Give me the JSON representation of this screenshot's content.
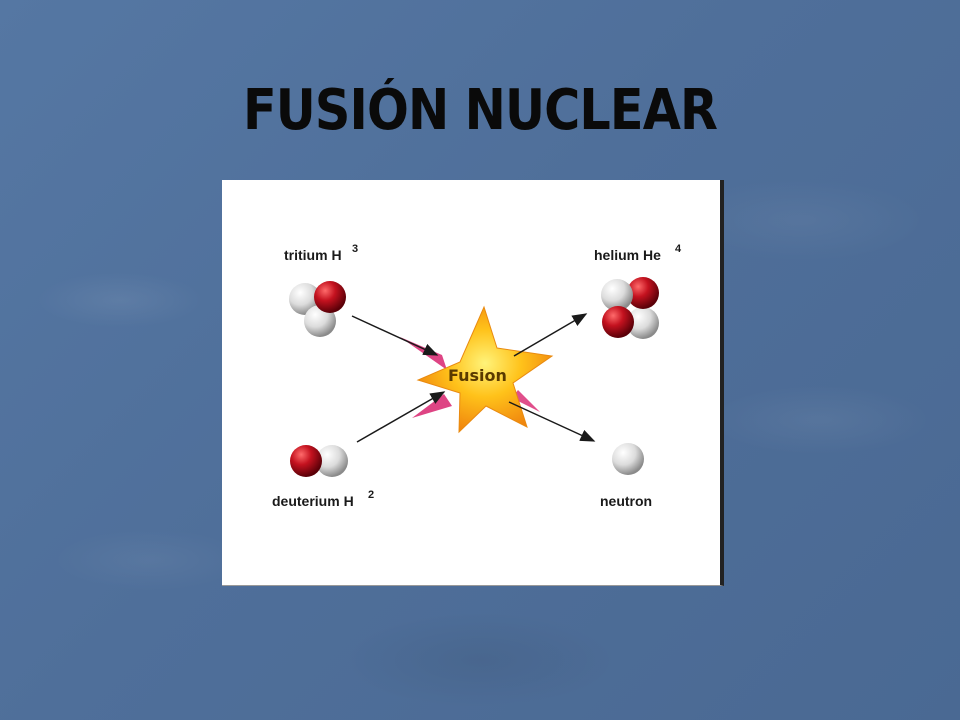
{
  "slide": {
    "title": "FUSIÓN NUCLEAR"
  },
  "diagram": {
    "center_label": "Fusion",
    "tritium": {
      "label": "tritium H",
      "sup": "3"
    },
    "deuterium": {
      "label": "deuterium H",
      "sup": "2"
    },
    "helium": {
      "label": "helium  He",
      "sup": "4"
    },
    "neutron": {
      "label": "neutron"
    },
    "colors": {
      "proton": "#b0121e",
      "neutron": "#e6e6e6",
      "star_core": "#ffc81a",
      "star_edge": "#f08a10",
      "star_glow": "#d8236e"
    }
  }
}
